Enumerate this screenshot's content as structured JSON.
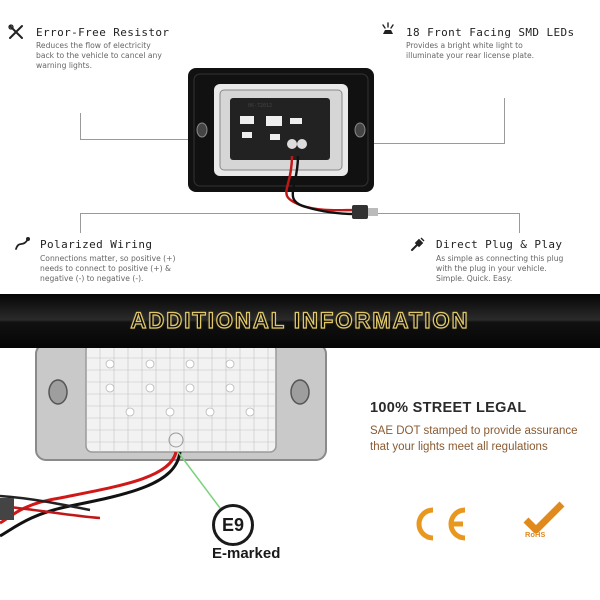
{
  "features": [
    {
      "title": "Error-Free Resistor",
      "description": "Reduces the flow of electricity back to the vehicle to cancel any warning lights.",
      "icon": "tools-icon"
    },
    {
      "title": "18 Front Facing SMD LEDs",
      "description": "Provides a bright white light to illuminate your rear license plate.",
      "icon": "led-light-icon"
    },
    {
      "title": "Polarized Wiring",
      "description": "Connections matter, so positive (+) needs to connect to positive (+) & negative (-) to negative (-).",
      "icon": "wiring-icon"
    },
    {
      "title": "Direct Plug & Play",
      "description": "As simple as connecting this plug with the plug in your vehicle. Simple. Quick. Easy.",
      "icon": "plug-icon"
    }
  ],
  "product_top": {
    "pcb_label": "06-72012"
  },
  "banner": {
    "title": "ADDITIONAL INFORMATION"
  },
  "legal": {
    "title": "100% STREET LEGAL",
    "description": "SAE DOT stamped to provide assurance that your lights meet all regulations"
  },
  "emark": {
    "badge": "E9",
    "label": "E-marked"
  },
  "certifications": {
    "ce_icon": "ce-mark-icon",
    "rohs_label": "RoHS",
    "ce_color": "#e8981e",
    "rohs_color": "#e08a1e"
  },
  "colors": {
    "banner_text_outline": "#e0c86a",
    "legal_description": "#8a5a32",
    "wire_red": "#d01818",
    "callout_line_green": "#7bd17b"
  }
}
